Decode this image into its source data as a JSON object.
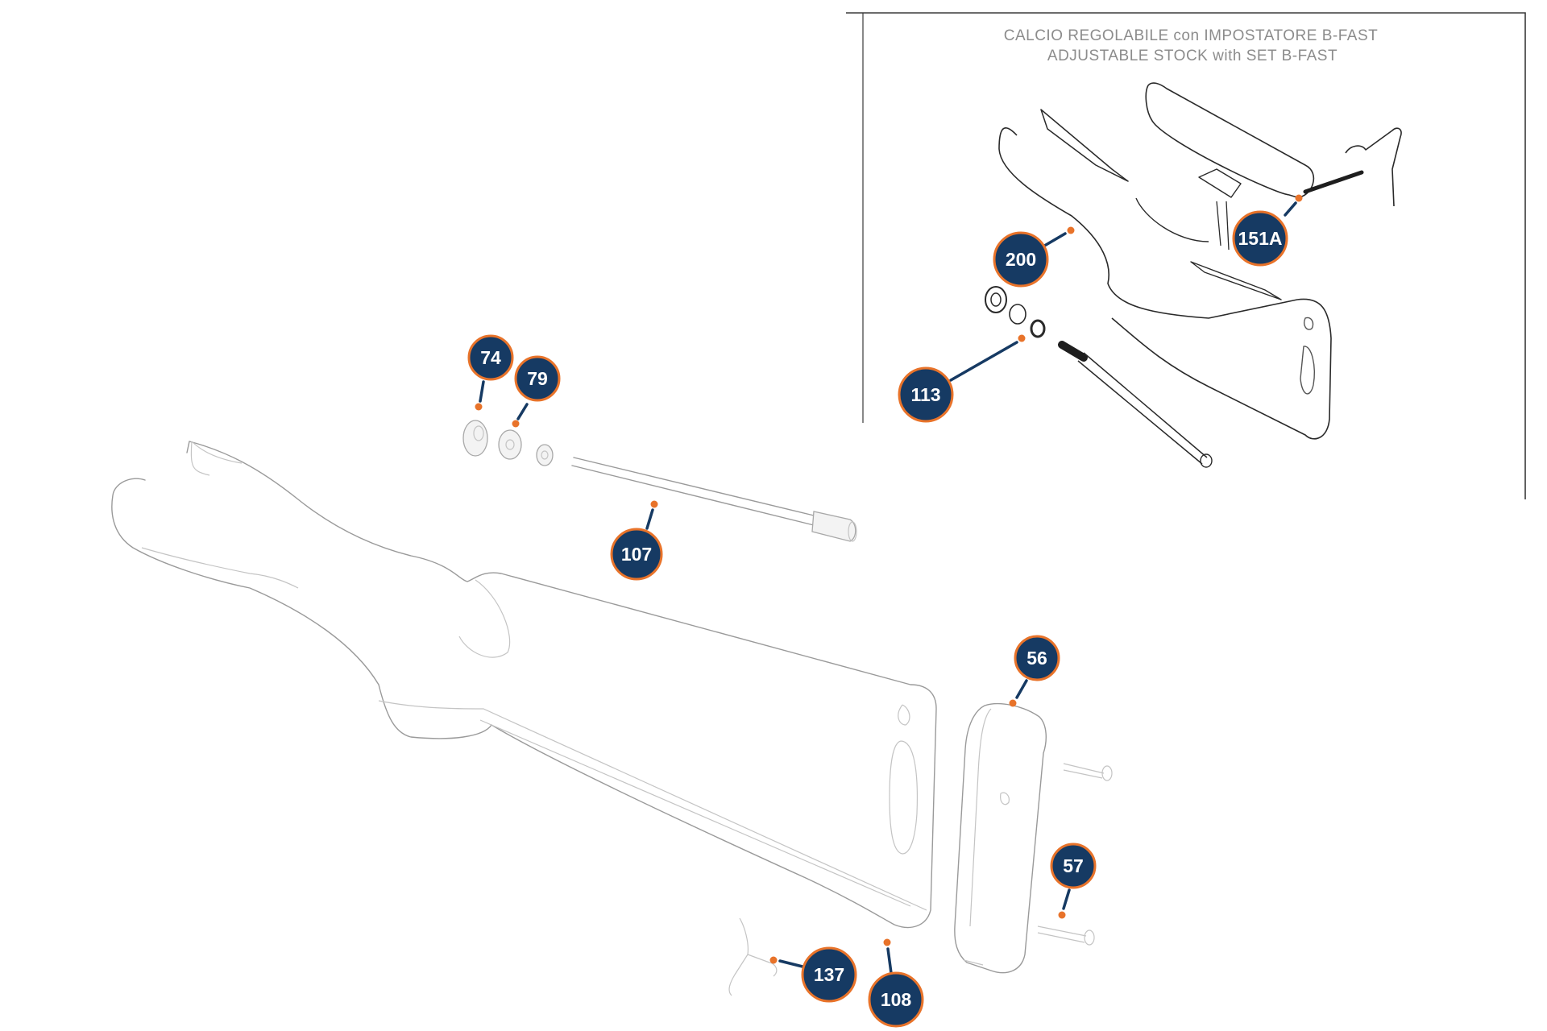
{
  "inset": {
    "title_line1": "CALCIO REGOLABILE con IMPOSTATORE B-FAST",
    "title_line2": "ADJUSTABLE STOCK with SET B-FAST"
  },
  "callouts": [
    {
      "id": "74"
    },
    {
      "id": "79"
    },
    {
      "id": "107"
    },
    {
      "id": "56"
    },
    {
      "id": "57"
    },
    {
      "id": "137"
    },
    {
      "id": "108"
    },
    {
      "id": "200"
    },
    {
      "id": "151A"
    },
    {
      "id": "113"
    }
  ],
  "colors": {
    "callout_fill": "#163a63",
    "callout_ring": "#e8732a",
    "leader": "#163a63"
  }
}
